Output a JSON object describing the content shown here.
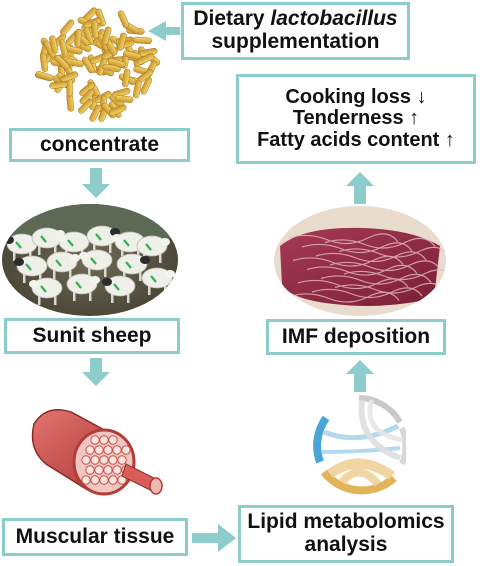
{
  "boxes": {
    "dietary": {
      "line1_prefix": "Dietary ",
      "line1_italic": "lactobacillus",
      "line2": "supplementation"
    },
    "concentrate": "concentrate",
    "sheep": "Sunit sheep",
    "muscle": "Muscular tissue",
    "lipid": {
      "line1": "Lipid metabolomics",
      "line2": "analysis"
    },
    "imf": "IMF deposition",
    "outcomes": [
      {
        "label": "Cooking loss",
        "arrow": "↓"
      },
      {
        "label": "Tenderness",
        "arrow": "↑"
      },
      {
        "label": "Fatty acids content",
        "arrow": "↑"
      }
    ]
  },
  "colors": {
    "box_border": "#8ccccb",
    "arrow": "#8ccccb"
  },
  "images": {
    "feed": "feed-pellets",
    "sheep": "sheep-flock",
    "muscle": "muscle-cross-section",
    "chord": "chord-diagram",
    "meat": "raw-meat-slice"
  }
}
